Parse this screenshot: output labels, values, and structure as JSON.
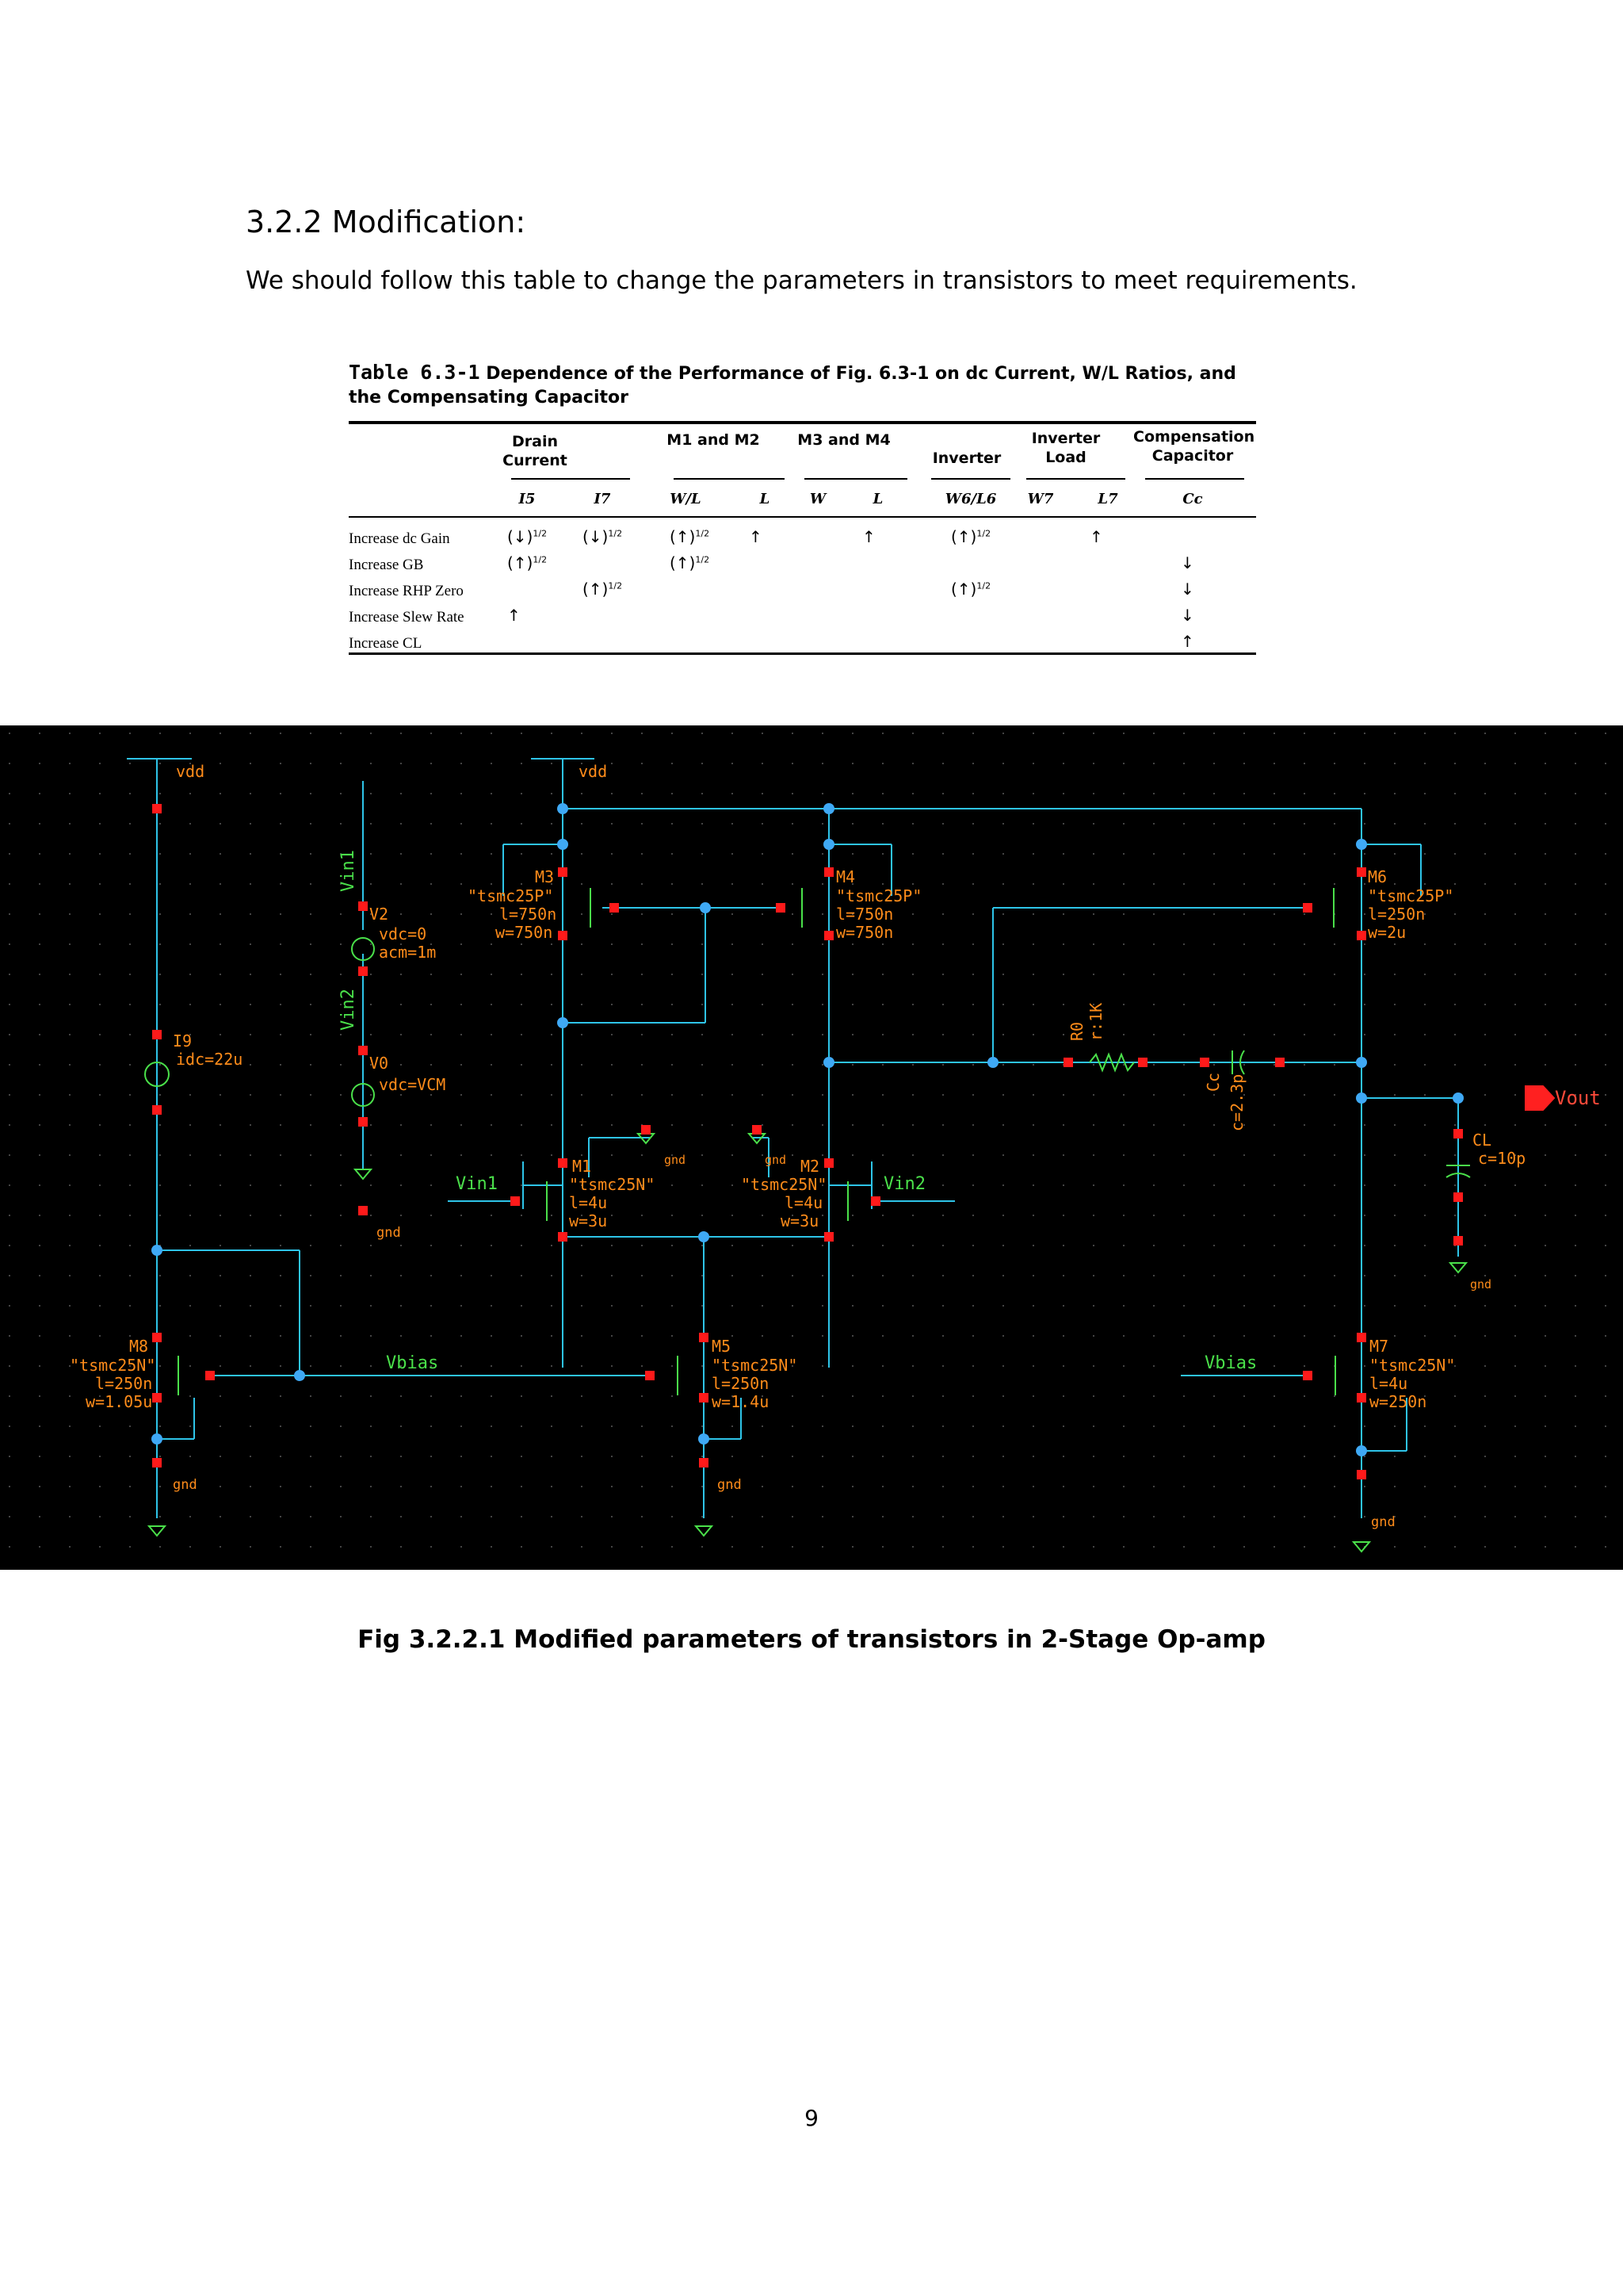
{
  "section": {
    "heading": "3.2.2 Modification:",
    "intro": "We should follow this table to change the parameters in transistors to meet requirements."
  },
  "table": {
    "number": "Table 6.3-1",
    "title": "Dependence of the Performance of Fig. 6.3-1 on dc Current, W/L Ratios, and the Compensating Capacitor",
    "groups": {
      "drain": "Drain Current",
      "m1m2": "M1 and M2",
      "m3m4": "M3 and M4",
      "inverter": "Inverter",
      "load": "Inverter Load",
      "comp": "Compensation Capacitor"
    },
    "subheads": [
      "I5",
      "I7",
      "W/L",
      "L",
      "W",
      "L",
      "W6/L6",
      "W7",
      "L7",
      "Cc"
    ],
    "rows": [
      {
        "label": "Increase dc Gain",
        "cells": [
          "(↓)1/2",
          "(↓)1/2",
          "(↑)1/2",
          "↑",
          "",
          "↑",
          "(↑)1/2",
          "",
          "↑",
          ""
        ]
      },
      {
        "label": "Increase GB",
        "cells": [
          "(↑)1/2",
          "",
          "(↑)1/2",
          "",
          "",
          "",
          "",
          "",
          "",
          "↓"
        ]
      },
      {
        "label": "Increase RHP Zero",
        "cells": [
          "",
          "(↑)1/2",
          "",
          "",
          "",
          "",
          "(↑)1/2",
          "",
          "",
          "↓"
        ]
      },
      {
        "label": "Increase Slew Rate",
        "cells": [
          "↑",
          "",
          "",
          "",
          "",
          "",
          "",
          "",
          "",
          "↓"
        ]
      },
      {
        "label": "Increase CL",
        "cells": [
          "",
          "",
          "",
          "",
          "",
          "",
          "",
          "",
          "",
          "↑"
        ]
      }
    ]
  },
  "schematic": {
    "colors": {
      "background": "#000000",
      "wire": "#2ec4e8",
      "pin": "#ff1a1a",
      "label": "#ff8c1a",
      "device": "#4ae04a",
      "node": "#3fa9f5"
    },
    "labels": {
      "vdd1": "vdd",
      "vdd2": "vdd",
      "m3": [
        "M3",
        "\"tsmc25P\"",
        "l=750n",
        "w=750n"
      ],
      "m4": [
        "M4",
        "\"tsmc25P\"",
        "l=750n",
        "w=750n"
      ],
      "m6": [
        "M6",
        "\"tsmc25P\"",
        "l=250n",
        "w=2u"
      ],
      "m1": [
        "M1",
        "\"tsmc25N\"",
        "l=4u",
        "w=3u"
      ],
      "m2": [
        "M2",
        "\"tsmc25N\"",
        "l=4u",
        "w=3u"
      ],
      "m8": [
        "M8",
        "\"tsmc25N\"",
        "l=250n",
        "w=1.05u"
      ],
      "m5": [
        "M5",
        "\"tsmc25N\"",
        "l=250n",
        "w=1.4u"
      ],
      "m7": [
        "M7",
        "\"tsmc25N\"",
        "l=4u",
        "w=250n"
      ],
      "v2": [
        "V2",
        "vdc=0",
        "acm=1m"
      ],
      "v0": [
        "V0",
        "vdc=VCM"
      ],
      "i9": [
        "I9",
        "idc=22u"
      ],
      "r0": [
        "R0",
        "r:1K"
      ],
      "cc": [
        "Cc",
        "c=2.3p"
      ],
      "cl": [
        "CL",
        "c=10p"
      ],
      "vin1_v": "Vin1",
      "vin2_v": "Vin2",
      "vin1": "Vin1",
      "vin2": "Vin2",
      "vbias1": "Vbias",
      "vbias2": "Vbias",
      "vout": "Vout",
      "gnd": "gnd"
    }
  },
  "caption": "Fig 3.2.2.1 Modified parameters of transistors in 2-Stage Op-amp",
  "page_number": "9"
}
